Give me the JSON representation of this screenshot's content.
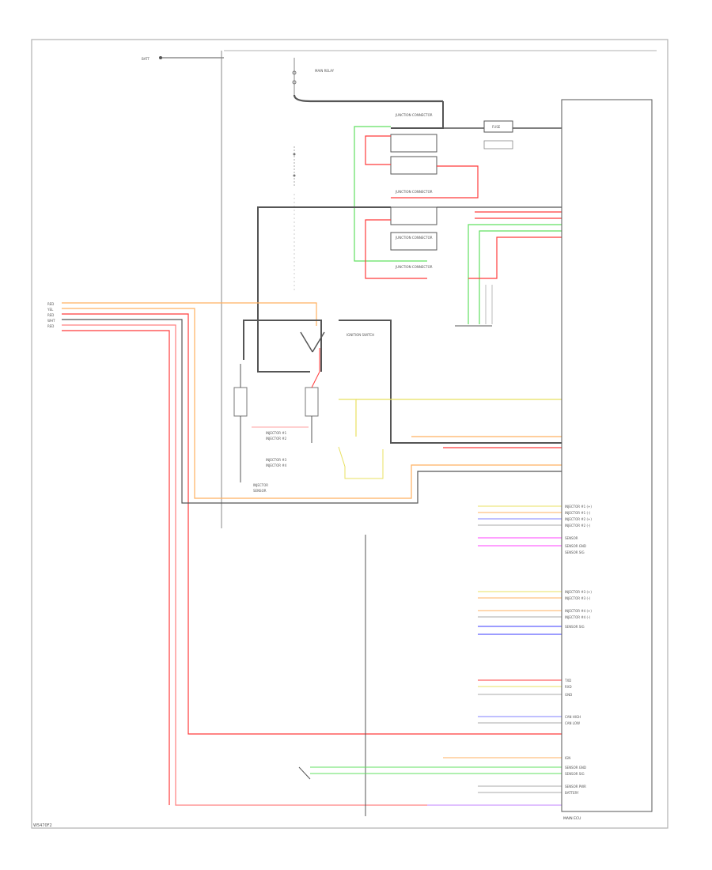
{
  "footer": {
    "code": "W5470F2"
  },
  "battery_label": "BATT",
  "main_relay_label": "MAIN RELAY",
  "junction_labels": [
    "JUNCTION CONNECTOR",
    "JUNCTION CONNECTOR",
    "JUNCTION CONNECTOR",
    "JUNCTION CONNECTOR"
  ],
  "fuse_label": "FUSE",
  "ecu_label": "MAIN ECU",
  "left_wires": [
    "RED",
    "YEL",
    "RED",
    "WHT",
    "RED"
  ],
  "blocks": {
    "rear_a": [
      "INJECTOR #1",
      "INJECTOR #2"
    ],
    "rear_b": [
      "INJECTOR #3",
      "INJECTOR #4"
    ],
    "rear_c": [
      "INJECTOR",
      "SENSOR"
    ],
    "switch": "IGNITION SWITCH"
  },
  "ecu_pins": [
    "INJECTOR #1 (+)",
    "INJECTOR #1 (-)",
    "INJECTOR #2 (+)",
    "INJECTOR #2 (-)",
    "SENSOR",
    "SENSOR GND",
    "SENSOR SIG",
    "INJECTOR #3 (+)",
    "INJECTOR #3 (-)",
    "INJECTOR #4 (+)",
    "INJECTOR #4 (-)",
    "SENSOR SIG",
    "TXD",
    "RXD",
    "GND",
    "CAN HIGH",
    "CAN LOW",
    "IGN",
    "SENSOR GND",
    "SENSOR SIG",
    "SENSOR PWR",
    "BATTERY"
  ],
  "colors": {
    "frame": "#b0b0b0",
    "dark": "#555555",
    "red": "#ff3b3b",
    "pink": "#ff8080",
    "orange": "#ffb060",
    "yellow": "#e8e060",
    "green": "#60e060",
    "blue": "#3a3aff",
    "magenta": "#ff40ff",
    "lightblue": "#8080ff"
  }
}
